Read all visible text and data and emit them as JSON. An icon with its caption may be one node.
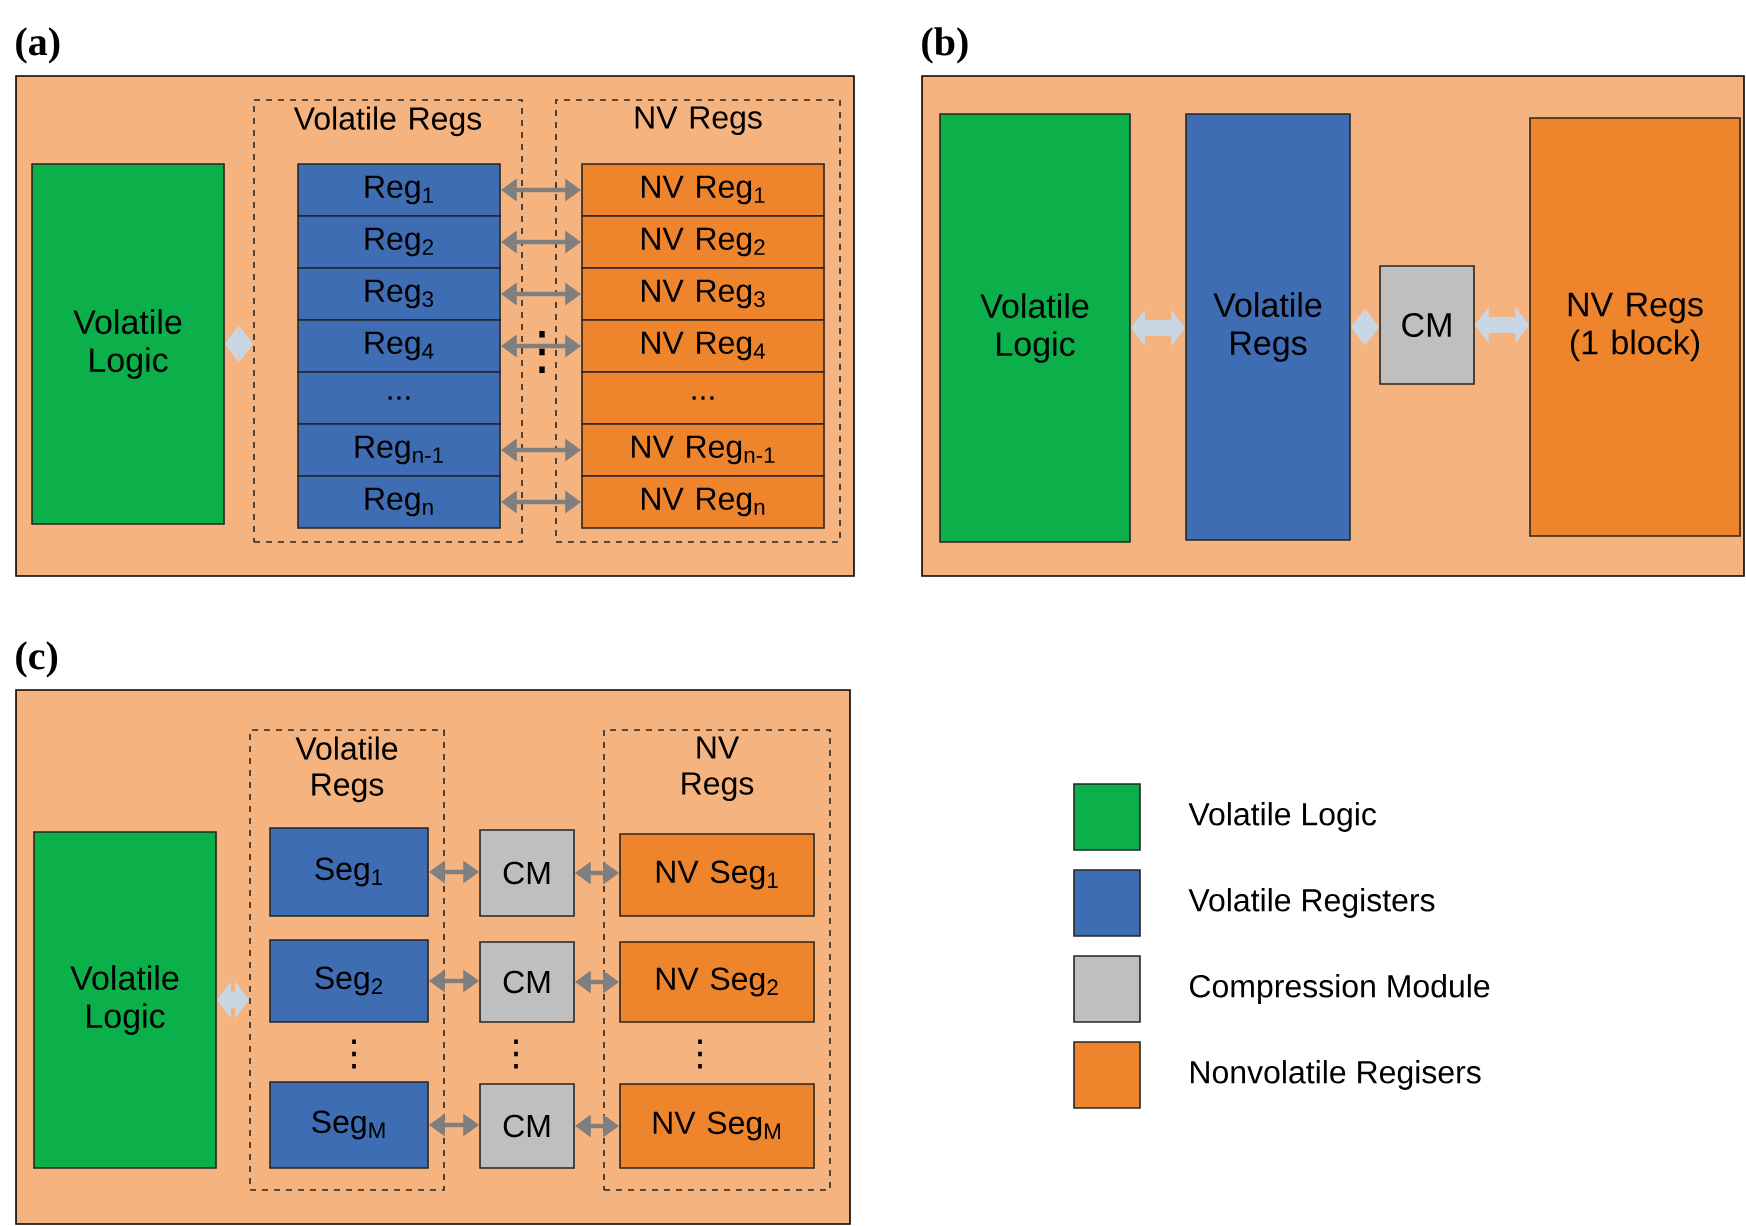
{
  "diagram": {
    "nodes": [
      {
        "text": [
          "(a)"
        ]
      },
      {
        "text": [
          "Volatile Logic"
        ],
        "in": 0
      },
      {
        "text": [
          "Volatile Regs"
        ],
        "in": 0
      },
      {
        "text": [
          "Reg$_{1}$"
        ],
        "in": 2
      },
      {
        "text": [
          "Reg$_{2}$"
        ],
        "in": 2
      },
      {
        "text": [
          "Reg$_{3}$"
        ],
        "in": 2
      },
      {
        "text": [
          "Reg$_{4}$"
        ],
        "in": 2
      },
      {
        "text": [
          "..."
        ],
        "in": 2
      },
      {
        "text": [
          "Reg$_{n-1}$"
        ],
        "in": 2
      },
      {
        "text": [
          "Reg$_{n}$"
        ],
        "in": 2
      },
      {
        "text": [
          "NV Regs"
        ],
        "in": 0
      },
      {
        "text": [
          "NV Reg$_{1}$"
        ],
        "in": 10
      },
      {
        "text": [
          "NV Reg$_{2}$"
        ],
        "in": 10
      },
      {
        "text": [
          "NV Reg$_{3}$"
        ],
        "in": 10
      },
      {
        "text": [
          "NV Reg$_{4}$"
        ],
        "in": 10
      },
      {
        "text": [
          "..."
        ],
        "in": 10
      },
      {
        "text": [
          "NV Reg$_{n-1}$"
        ],
        "in": 10
      },
      {
        "text": [
          "NV Reg$_{n}$"
        ],
        "in": 10
      },
      {
        "text": [
          "(b)"
        ]
      },
      {
        "text": [
          "Volatile Logic"
        ],
        "in": 18
      },
      {
        "text": [
          "Volatile Regs"
        ],
        "in": 18
      },
      {
        "text": [
          "CM"
        ],
        "in": 18
      },
      {
        "text": [
          "NV Regs (1 block)"
        ],
        "in": 18
      },
      {
        "text": [
          "(c)"
        ]
      },
      {
        "text": [
          "Volatile Logic"
        ],
        "in": 23
      },
      {
        "text": [
          "Volatile Regs"
        ],
        "in": 23
      },
      {
        "text": [
          "Seg$_{1}$"
        ],
        "in": 25
      },
      {
        "text": [
          "Seg$_{2}$"
        ],
        "in": 25
      },
      {
        "text": [
          "Seg$_{M}$"
        ],
        "in": 25
      },
      {
        "text": [
          "CM"
        ],
        "in": 23
      },
      {
        "text": [
          "CM"
        ],
        "in": 23
      },
      {
        "text": [
          "CM"
        ],
        "in": 23
      },
      {
        "text": [
          "NV Regs"
        ],
        "in": 23
      },
      {
        "text": [
          "NV Seg$_{1}$"
        ],
        "in": 32
      },
      {
        "text": [
          "NV Seg$_{2}$"
        ],
        "in": 32
      },
      {
        "text": [
          "NV Seg$_{M}$"
        ],
        "in": 32
      }
    ],
    "edges": [
      {
        "from": 1,
        "to": 2,
        "arrow": "both",
        "style": "thick",
        "color": "#c9d6e3"
      },
      {
        "from": 3,
        "to": 11,
        "arrow": "both"
      },
      {
        "from": 4,
        "to": 12,
        "arrow": "both"
      },
      {
        "from": 5,
        "to": 13,
        "arrow": "both"
      },
      {
        "from": 6,
        "to": 14,
        "arrow": "both"
      },
      {
        "from": 8,
        "to": 16,
        "arrow": "both"
      },
      {
        "from": 9,
        "to": 17,
        "arrow": "both"
      },
      {
        "from": 19,
        "to": 20,
        "arrow": "both",
        "style": "thick",
        "color": "#c9d6e3"
      },
      {
        "from": 20,
        "to": 21,
        "arrow": "both",
        "style": "thick",
        "color": "#c9d6e3"
      },
      {
        "from": 21,
        "to": 22,
        "arrow": "both",
        "style": "thick",
        "color": "#c9d6e3"
      },
      {
        "from": 24,
        "to": 25,
        "arrow": "both",
        "style": "thick",
        "color": "#c9d6e3"
      },
      {
        "from": 26,
        "to": 29,
        "arrow": "both"
      },
      {
        "from": 29,
        "to": 33,
        "arrow": "both"
      },
      {
        "from": 27,
        "to": 30,
        "arrow": "both"
      },
      {
        "from": 30,
        "to": 34,
        "arrow": "both"
      },
      {
        "from": 28,
        "to": 31,
        "arrow": "both"
      },
      {
        "from": 31,
        "to": 35,
        "arrow": "both"
      }
    ],
    "labels": [
      "⋮",
      "⋮",
      "⋮",
      "⋮"
    ],
    "legend": [
      {
        "text": "Volatile Logic",
        "color": "#0bb04a"
      },
      {
        "text": "Volatile Registers",
        "color": "#3f6db3"
      },
      {
        "text": "Compression Module",
        "color": "#bfbfbf"
      },
      {
        "text": "Nonvolatile Regisers",
        "color": "#ee842c"
      }
    ]
  }
}
